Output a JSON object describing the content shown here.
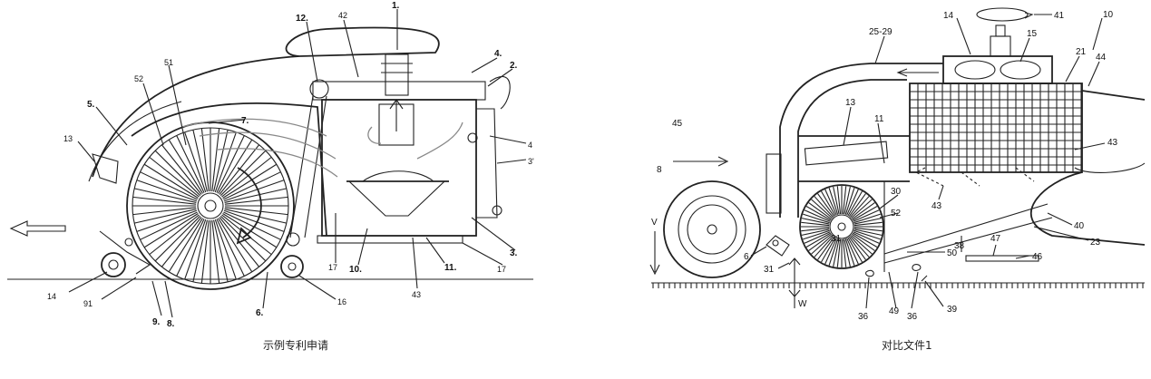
{
  "figures": {
    "left": {
      "caption": "示例专利申请",
      "labels": [
        {
          "id": "1",
          "text": "1."
        },
        {
          "id": "42",
          "text": "42"
        },
        {
          "id": "12",
          "text": "12."
        },
        {
          "id": "4a",
          "text": "4."
        },
        {
          "id": "2",
          "text": "2."
        },
        {
          "id": "51",
          "text": "51"
        },
        {
          "id": "52",
          "text": "52"
        },
        {
          "id": "5",
          "text": "5."
        },
        {
          "id": "7",
          "text": "7."
        },
        {
          "id": "13",
          "text": "13"
        },
        {
          "id": "4b",
          "text": "4"
        },
        {
          "id": "3p",
          "text": "3'"
        },
        {
          "id": "3",
          "text": "3."
        },
        {
          "id": "17a",
          "text": "17"
        },
        {
          "id": "17b",
          "text": "17"
        },
        {
          "id": "10",
          "text": "10."
        },
        {
          "id": "11",
          "text": "11."
        },
        {
          "id": "43",
          "text": "43"
        },
        {
          "id": "16",
          "text": "16"
        },
        {
          "id": "6",
          "text": "6."
        },
        {
          "id": "14",
          "text": "14"
        },
        {
          "id": "91",
          "text": "91"
        },
        {
          "id": "9",
          "text": "9."
        },
        {
          "id": "8",
          "text": "8."
        }
      ]
    },
    "right": {
      "caption": "对比文件1",
      "labels": [
        {
          "id": "41",
          "text": "41"
        },
        {
          "id": "10",
          "text": "10"
        },
        {
          "id": "14",
          "text": "14"
        },
        {
          "id": "15",
          "text": "15"
        },
        {
          "id": "25-29",
          "text": "25-29"
        },
        {
          "id": "21",
          "text": "21"
        },
        {
          "id": "44",
          "text": "44"
        },
        {
          "id": "13",
          "text": "13"
        },
        {
          "id": "11",
          "text": "11"
        },
        {
          "id": "45",
          "text": "45"
        },
        {
          "id": "43a",
          "text": "43"
        },
        {
          "id": "43b",
          "text": "43"
        },
        {
          "id": "8",
          "text": "8"
        },
        {
          "id": "30",
          "text": "30"
        },
        {
          "id": "52",
          "text": "52"
        },
        {
          "id": "31a",
          "text": "31"
        },
        {
          "id": "31b",
          "text": "31"
        },
        {
          "id": "V",
          "text": "V"
        },
        {
          "id": "40",
          "text": "40"
        },
        {
          "id": "23",
          "text": "23"
        },
        {
          "id": "50",
          "text": "50"
        },
        {
          "id": "38",
          "text": "38"
        },
        {
          "id": "47",
          "text": "47"
        },
        {
          "id": "46",
          "text": "46"
        },
        {
          "id": "6",
          "text": "6"
        },
        {
          "id": "W",
          "text": "W"
        },
        {
          "id": "36a",
          "text": "36"
        },
        {
          "id": "49",
          "text": "49"
        },
        {
          "id": "36b",
          "text": "36"
        },
        {
          "id": "39",
          "text": "39"
        }
      ]
    }
  }
}
